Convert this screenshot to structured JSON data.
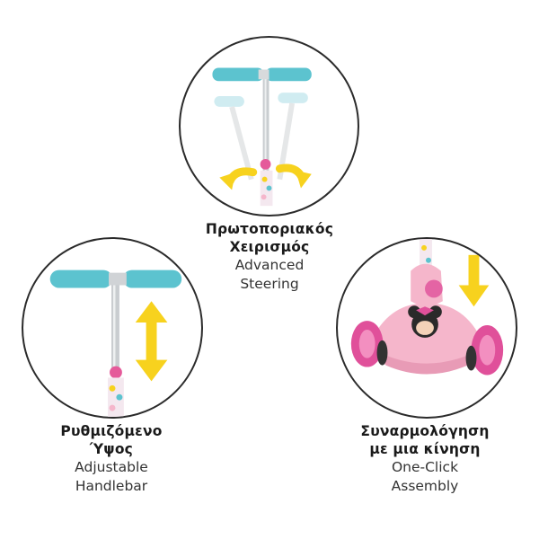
{
  "features": [
    {
      "id": "steering",
      "title_gr_line1": "Πρωτοποριακός",
      "title_gr_line2": "Χειρισμός",
      "title_en_line1": "Advanced",
      "title_en_line2": "Steering",
      "icon": "steering-arrows-icon"
    },
    {
      "id": "height",
      "title_gr_line1": "Ρυθμιζόμενο",
      "title_gr_line2": "Ύψος",
      "title_en_line1": "Adjustable",
      "title_en_line2": "Handlebar",
      "icon": "vertical-double-arrow-icon"
    },
    {
      "id": "assembly",
      "title_gr_line1": "Συναρμολόγηση",
      "title_gr_line2": "με μια κίνηση",
      "title_en_line1": "One-Click",
      "title_en_line2": "Assembly",
      "icon": "down-arrow-icon"
    }
  ],
  "colors": {
    "grip": "#5cc3cf",
    "grip_light": "#a9dde6",
    "arrow": "#f7d21e",
    "pink": "#f5b6cb",
    "wheel": "#e0509a",
    "circle_border": "#2b2b2b"
  }
}
